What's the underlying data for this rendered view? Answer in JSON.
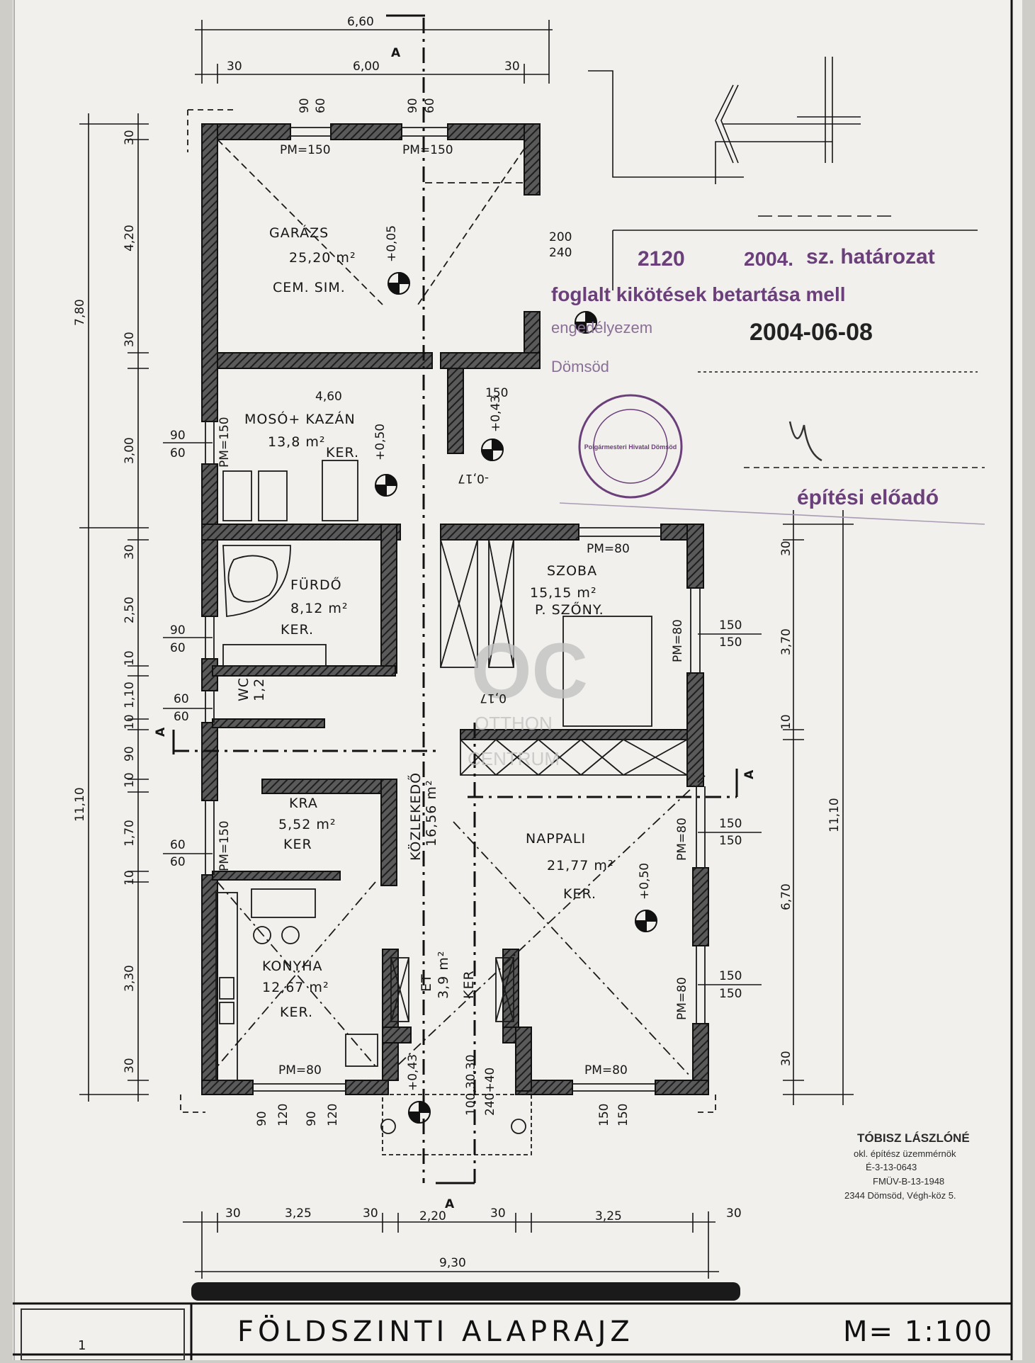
{
  "title": {
    "plan_name": "FÖLDSZINTI   ALAPRAJZ",
    "scale": "M= 1:100",
    "sheet_no": "1"
  },
  "rooms": [
    {
      "id": "garazs",
      "name": "GARÁZS",
      "area": "25,20 m²",
      "floor": "CEM. SIM."
    },
    {
      "id": "moso",
      "name": "MOSÓ+ KAZÁN",
      "area": "13,8 m²",
      "floor": "KER."
    },
    {
      "id": "furdo",
      "name": "FÜRDŐ",
      "area": "8,12 m²",
      "floor": "KER."
    },
    {
      "id": "wc",
      "name": "WC",
      "area": "1,2",
      "floor": ""
    },
    {
      "id": "kamra",
      "name": "KRA",
      "area": "5,52 m²",
      "floor": "KER"
    },
    {
      "id": "konyha",
      "name": "KONYHA",
      "area": "12,67 m²",
      "floor": "KER."
    },
    {
      "id": "kozlekedo",
      "name": "KÖZLEKEDŐ",
      "area": "16,56 m²",
      "floor": ""
    },
    {
      "id": "szoba",
      "name": "SZOBA",
      "area": "15,15 m²",
      "floor": "P. SZŐNY."
    },
    {
      "id": "nappali",
      "name": "NAPPALI",
      "area": "21,77 m²",
      "floor": "KER."
    },
    {
      "id": "eloter",
      "name": "ET",
      "area": "3,9 m²",
      "floor": "KER"
    }
  ],
  "levels": [
    "+0,05",
    "+0,50",
    "+0,43",
    "-0,17",
    "0,17",
    "+0,43"
  ],
  "windows": {
    "pm150": "PM=150",
    "pm80": "PM=80"
  },
  "dimensions": {
    "top_total": "6,60",
    "top_inner": "6,00",
    "top_left": "30",
    "top_right": "30",
    "top_openings": [
      "90",
      "60",
      "90",
      "60"
    ],
    "left_chain": [
      "30",
      "4,20",
      "30",
      "3,00",
      "30",
      "2,50",
      "10",
      "1,10",
      "10",
      "90",
      "10",
      "1,70",
      "10",
      "3,30",
      "30"
    ],
    "left_total_upper": "7,80",
    "left_total": "11,10",
    "left_window_dims": [
      "90",
      "60",
      "90",
      "60",
      "60",
      "60",
      "60",
      "60"
    ],
    "right_chain": [
      "30",
      "3,70",
      "10",
      "6,70",
      "30"
    ],
    "right_total": "11,10",
    "right_window_dims": [
      "150",
      "150",
      "150",
      "150",
      "150",
      "150"
    ],
    "bottom_chain": [
      "30",
      "3,25",
      "30",
      "2,20",
      "30",
      "3,25",
      "30"
    ],
    "bottom_total": "9,30",
    "bottom_openings": [
      "90",
      "120",
      "90",
      "120",
      "150",
      "150"
    ],
    "inner": [
      "4,60",
      "200",
      "240",
      "150",
      "240+40",
      "100,30,30"
    ]
  },
  "section_marks": [
    "A",
    "A",
    "A",
    "A"
  ],
  "stamp": {
    "line1_num": "2120",
    "line1_year": "2004.",
    "line1_text": "sz. határozat",
    "line2": "foglalt kikötések betartása mell",
    "line3": "engedélyezem",
    "town": "Dömsöd",
    "date": "2004-06-08",
    "role": "építési előadó",
    "seal": "Polgármesteri Hivatal Dömsöd"
  },
  "author": {
    "name": "TÓBISZ LÁSZLÓNÉ",
    "title": "okl. építész üzemmérnök",
    "reg1": "É-3-13-0643",
    "reg2": "FMÜV-B-13-1948",
    "address": "2344 Dömsöd, Végh-köz 5."
  },
  "watermark": {
    "logo": "OC",
    "line1": "OTTHON",
    "line2": "CENTRUM"
  },
  "colors": {
    "paper": "#f1f0ed",
    "ink": "#161616",
    "stamp": "#6a3f7a",
    "wall": "#4a4a4a"
  }
}
